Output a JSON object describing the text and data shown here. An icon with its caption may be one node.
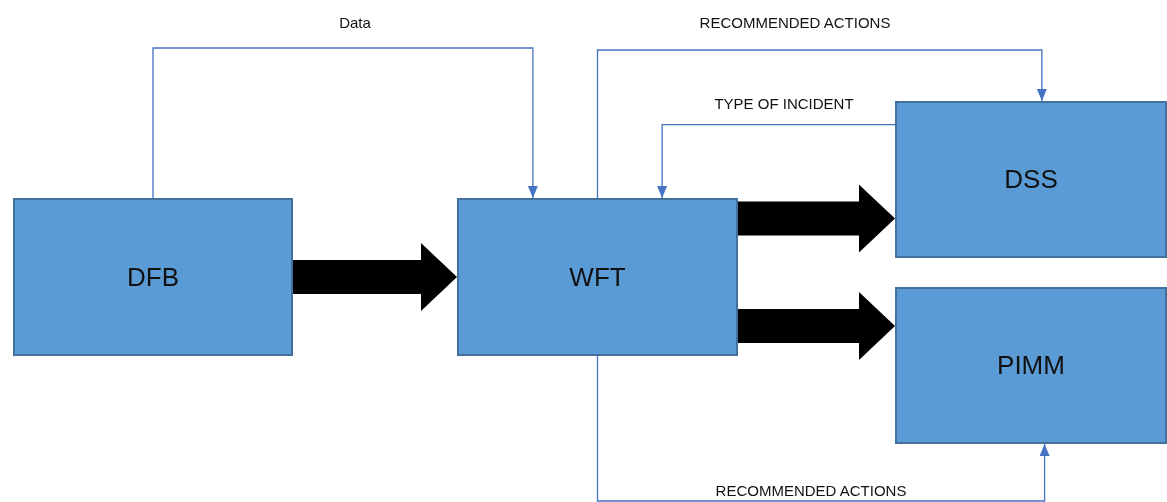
{
  "diagram": {
    "nodes": [
      {
        "text": [
          "DFB"
        ]
      },
      {
        "text": [
          "WFT"
        ]
      },
      {
        "text": [
          "DSS"
        ]
      },
      {
        "text": [
          "PIMM"
        ]
      }
    ],
    "edges": [
      {
        "from": 0,
        "to": 1,
        "arrow": "to",
        "label": "Data"
      },
      {
        "from": 0,
        "to": 1,
        "arrow": "to",
        "style": "thick",
        "color": "#000000"
      },
      {
        "from": 1,
        "to": 2,
        "arrow": "to",
        "label": "RECOMMENDED ACTIONS"
      },
      {
        "from": 2,
        "to": 1,
        "arrow": "to",
        "label": "TYPE OF INCIDENT"
      },
      {
        "from": 1,
        "to": 2,
        "arrow": "to",
        "style": "thick",
        "color": "#000000"
      },
      {
        "from": 1,
        "to": 3,
        "arrow": "to",
        "style": "thick",
        "color": "#000000"
      },
      {
        "from": 1,
        "to": 3,
        "arrow": "to",
        "label": "RECOMMENDED ACTIONS"
      }
    ]
  }
}
